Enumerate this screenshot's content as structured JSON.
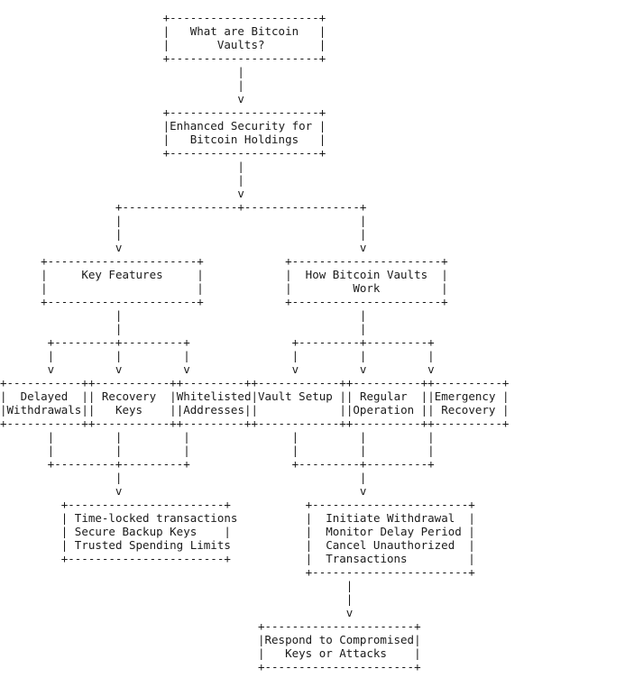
{
  "diagram": {
    "root": {
      "lines": [
        "What are Bitcoin",
        "Vaults?"
      ]
    },
    "benefit": {
      "lines": [
        "Enhanced Security for",
        "Bitcoin Holdings"
      ]
    },
    "branches": [
      {
        "title_lines": [
          "Key Features"
        ],
        "items": [
          {
            "lines": [
              "Delayed",
              "Withdrawals"
            ]
          },
          {
            "lines": [
              "Recovery",
              "Keys"
            ]
          },
          {
            "lines": [
              "Whitelisted",
              "Addresses"
            ]
          }
        ],
        "summary_lines": [
          "Time-locked transactions",
          "Secure Backup Keys",
          "Trusted Spending Limits"
        ]
      },
      {
        "title_lines": [
          "How Bitcoin Vaults",
          "Work"
        ],
        "items": [
          {
            "lines": [
              "Vault Setup"
            ]
          },
          {
            "lines": [
              "Regular",
              "Operation"
            ]
          },
          {
            "lines": [
              "Emergency",
              "Recovery"
            ]
          }
        ],
        "summary_lines": [
          "Initiate Withdrawal",
          "Monitor Delay Period",
          "Cancel Unauthorized",
          "Transactions"
        ]
      }
    ],
    "final": {
      "lines": [
        "Respond to Compromised",
        "Keys or Attacks"
      ]
    }
  }
}
